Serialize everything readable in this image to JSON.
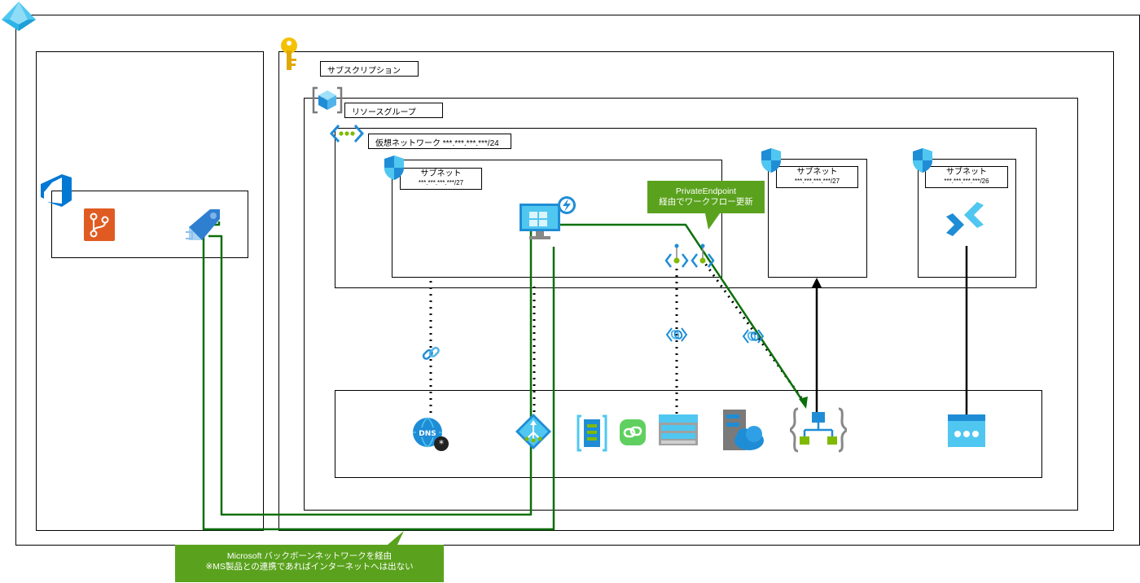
{
  "subscription": {
    "label": "サブスクリプション"
  },
  "resource_group": {
    "label": "リソースグループ"
  },
  "vnet": {
    "label": "仮想ネットワーク ***.***.***.***/24"
  },
  "subnets": [
    {
      "title": "サブネット",
      "cidr": "***.***.***.***/27"
    },
    {
      "title": "サブネット",
      "cidr": "***.***.***.***/27"
    },
    {
      "title": "サブネット",
      "cidr": "***.***.***.***/26"
    }
  ],
  "callouts": {
    "private_endpoint": {
      "line1": "PrivateEndpoint",
      "line2": "経由でワークフロー更新"
    },
    "backbone": {
      "line1": "Microsoft バックボーンネットワークを経由",
      "line2": "※MS製品との連携であればインターネットへは出ない"
    }
  },
  "icons": {
    "azure-ad": "azure-ad-icon",
    "key": "key-icon",
    "resource-group": "resource-group-icon",
    "vnet": "virtual-network-icon",
    "devops": "azure-devops-icon",
    "repos": "azure-repos-icon",
    "pipelines": "azure-pipelines-icon",
    "nsg": "network-security-group-icon",
    "vm": "virtual-machine-icon",
    "private-endpoint": "private-endpoint-icon",
    "private-link": "private-link-icon",
    "bastion": "bastion-icon",
    "private-dns": "private-dns-zone-icon",
    "dns-link": "dns-link-icon",
    "nat-gateway": "nat-gateway-icon",
    "log-analytics": "log-analytics-icon",
    "service-endpoint": "service-endpoint-icon",
    "storage": "storage-account-icon",
    "app-service-plan": "app-service-plan-icon",
    "logic-app": "logic-app-icon",
    "bastion-host": "bastion-host-icon"
  },
  "colors": {
    "green_line": "#0b6f0b",
    "callout_bg": "#5aa21d",
    "azure_blue": "#0078d4",
    "light_blue": "#50c7f0"
  }
}
